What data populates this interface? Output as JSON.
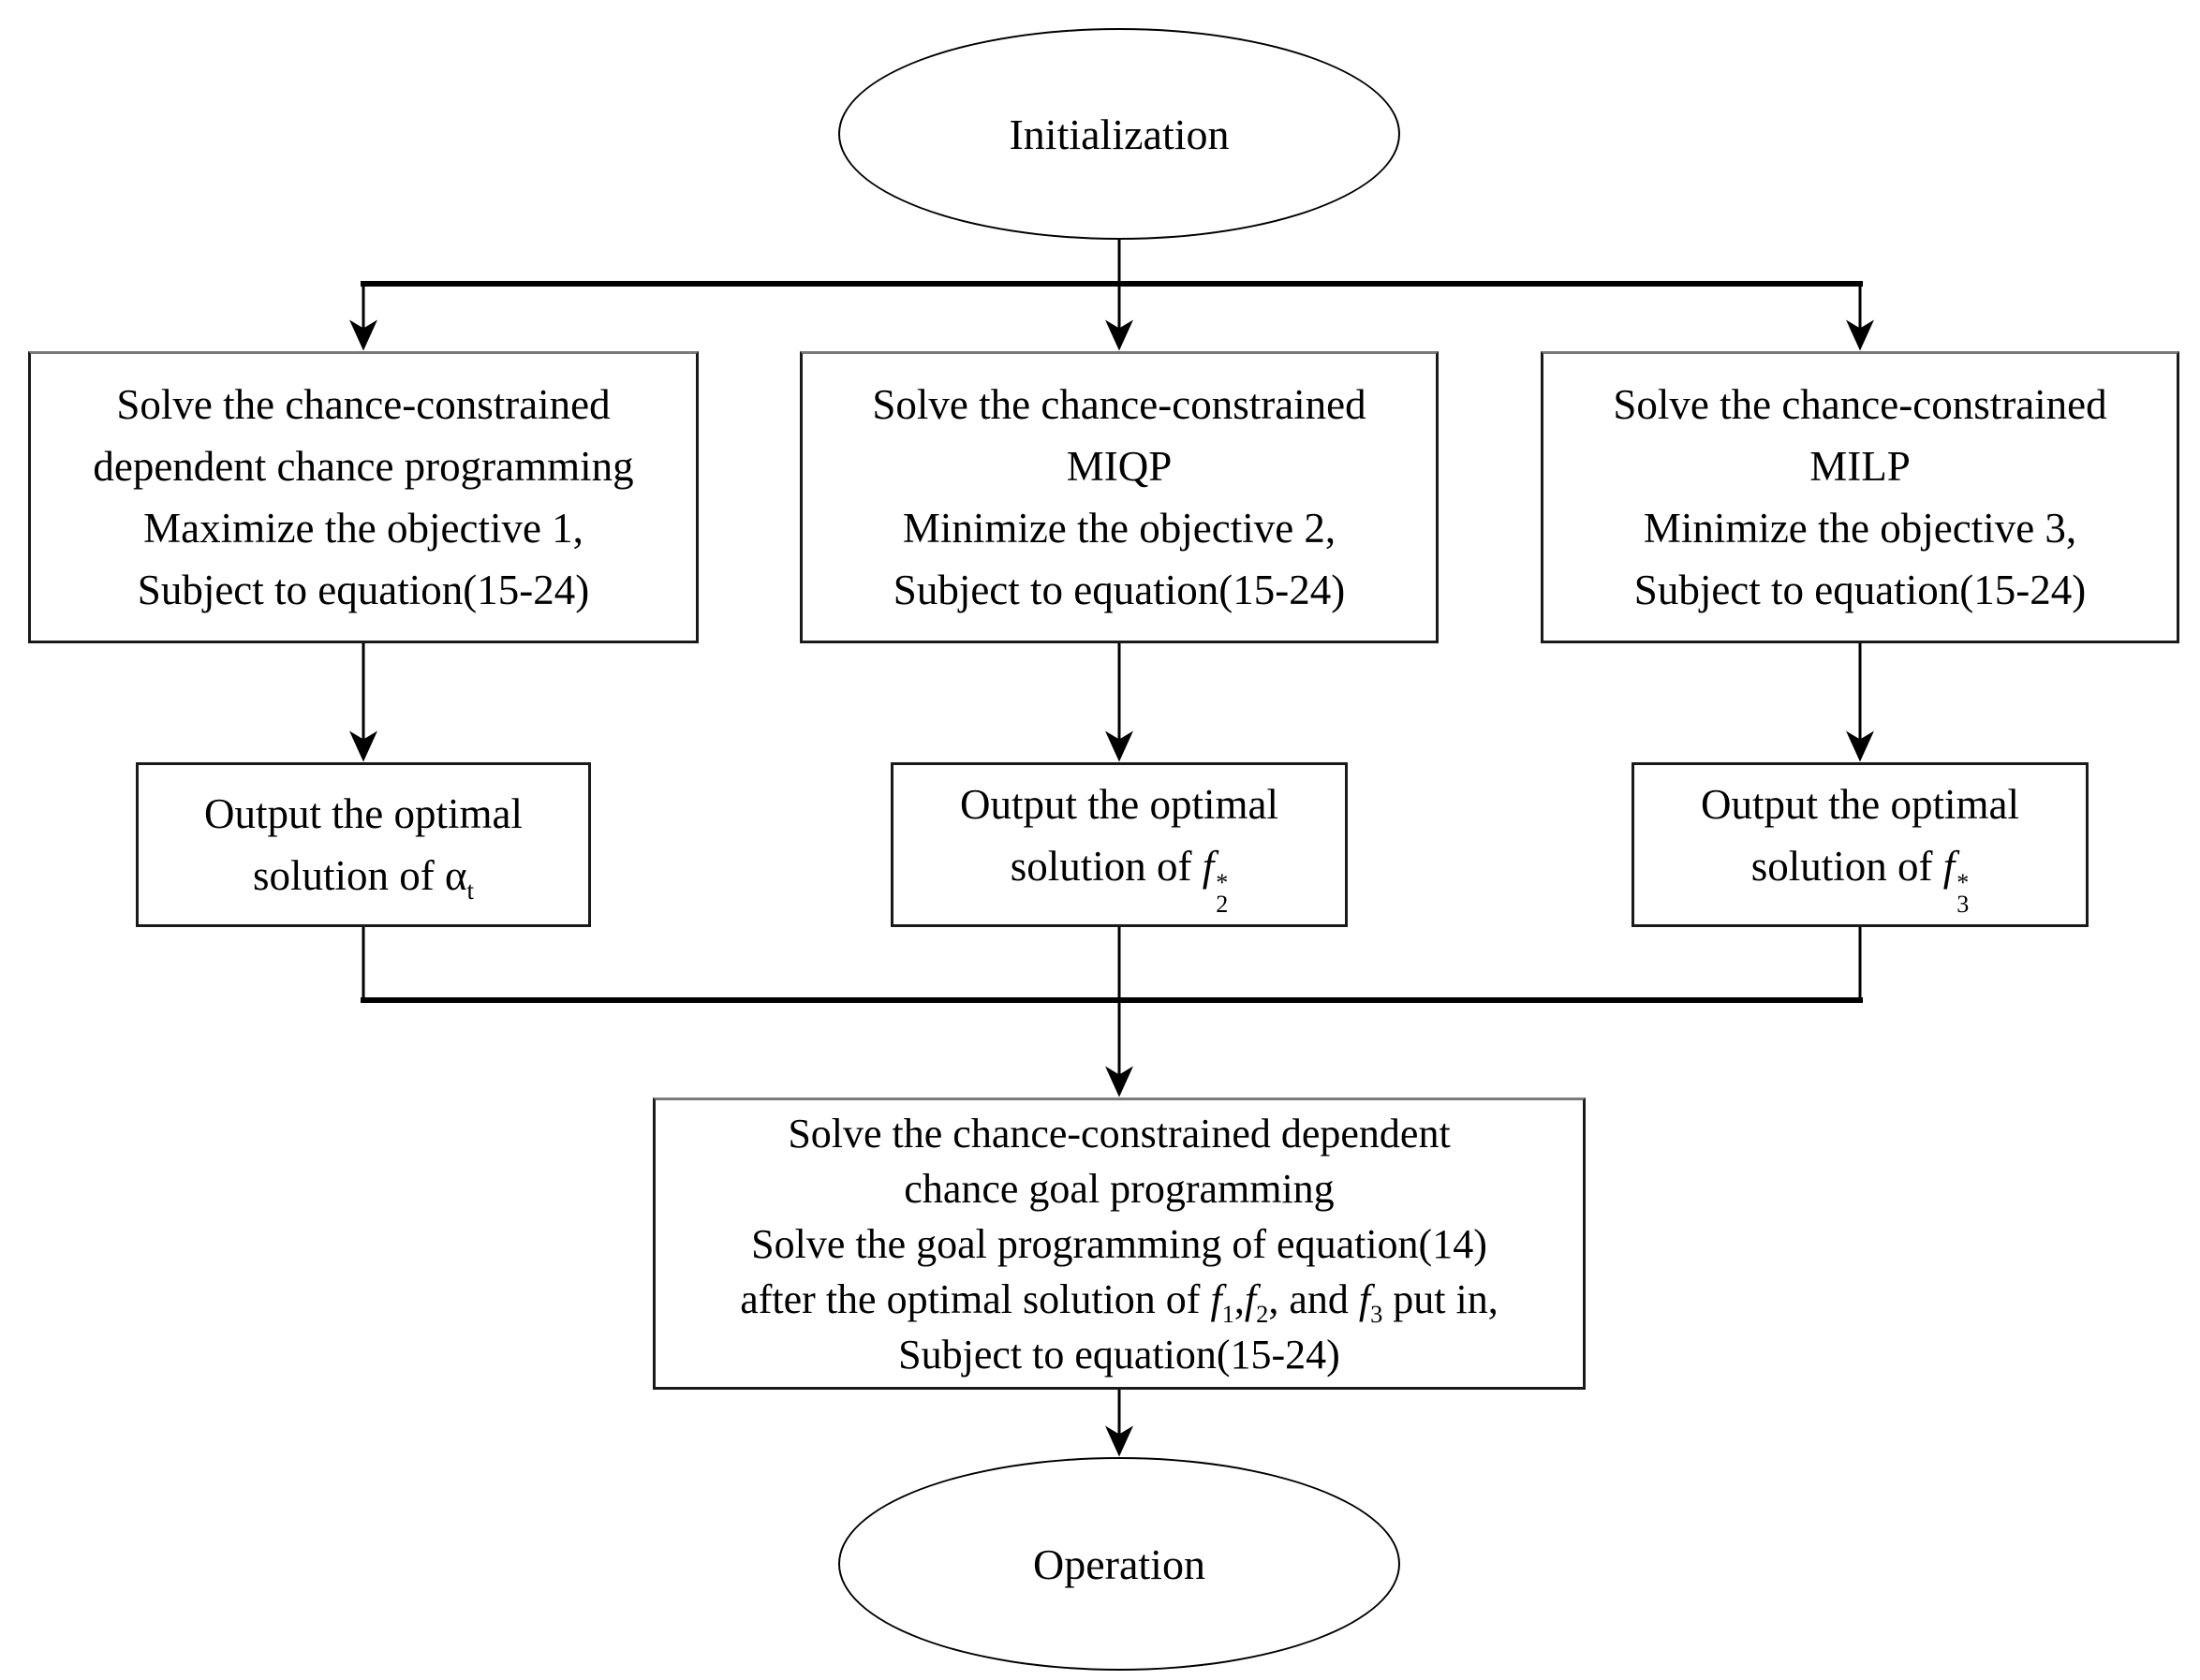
{
  "colors": {
    "ink": "#000000",
    "paper": "#ffffff",
    "box_border": "#1a1a1a"
  },
  "flowchart": {
    "start": {
      "label": "Initialization"
    },
    "solve_boxes": [
      {
        "lines": [
          "Solve the chance-constrained",
          "dependent chance programming",
          "Maximize the objective 1,",
          "Subject to equation(15-24)"
        ]
      },
      {
        "lines": [
          "Solve the chance-constrained",
          "MIQP",
          "Minimize the objective 2,",
          "Subject to equation(15-24)"
        ]
      },
      {
        "lines": [
          "Solve the chance-constrained",
          "MILP",
          "Minimize the objective 3,",
          "Subject to equation(15-24)"
        ]
      }
    ],
    "output_boxes": [
      {
        "line1": "Output the optimal",
        "line2_prefix": "solution of ",
        "symbol": {
          "base": "α",
          "sub": "t",
          "sup": ""
        }
      },
      {
        "line1": "Output the optimal",
        "line2_prefix": "solution of ",
        "symbol": {
          "base": "f",
          "sub": "2",
          "sup": "*"
        }
      },
      {
        "line1": "Output the optimal",
        "line2_prefix": "solution of ",
        "symbol": {
          "base": "f",
          "sub": "3",
          "sup": "*"
        }
      }
    ],
    "goal_box": {
      "line1": "Solve the chance-constrained dependent",
      "line2": "chance goal programming",
      "line3": "Solve the goal programming of equation(14)",
      "line4": {
        "seg1": "after the optimal solution of ",
        "f1_base": "f",
        "f1_sub": "1",
        "sep1": ",",
        "f2_base": "f",
        "f2_sub": "2",
        "sep2": ", and ",
        "f3_base": "f",
        "f3_sub": "3",
        "seg3": " put in,"
      },
      "line5": "Subject to equation(15-24)"
    },
    "end": {
      "label": "Operation"
    }
  }
}
